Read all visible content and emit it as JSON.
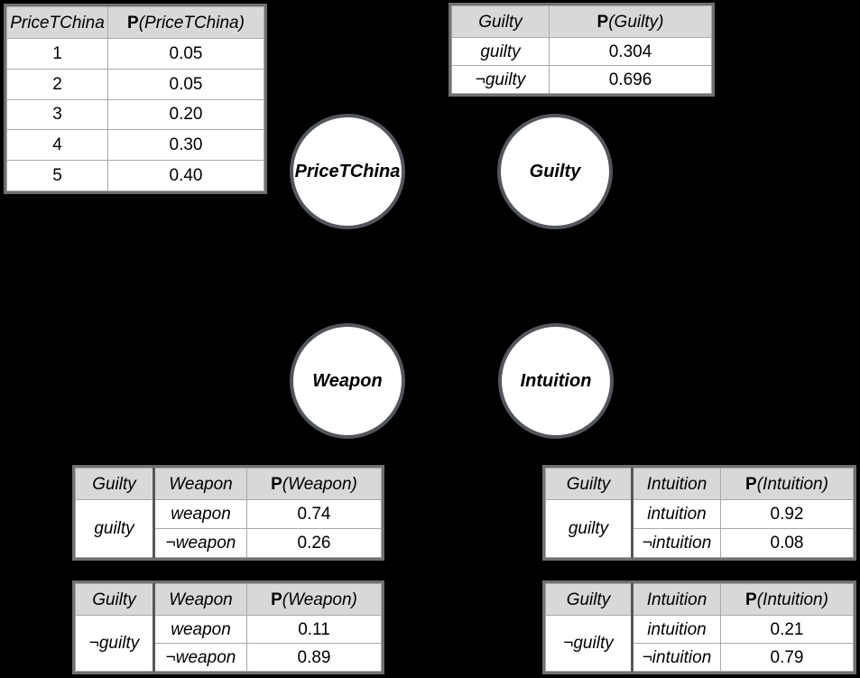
{
  "colors": {
    "background": "#000000",
    "table_header_bg": "#d8d8d8",
    "table_outer_border": "#6e7072",
    "grid_line": "#a9a9a9",
    "thick_divider": "#55585b",
    "node_border": "#53575c",
    "node_fill": "#ffffff",
    "text": "#000000"
  },
  "nodes": {
    "pricetchina": {
      "label": "PriceTChina"
    },
    "guilty": {
      "label": "Guilty"
    },
    "weapon": {
      "label": "Weapon"
    },
    "intuition": {
      "label": "Intuition"
    }
  },
  "tables": {
    "pricetchina": {
      "var_header": "PriceTChina",
      "p_bold": "P",
      "p_rest": "(PriceTChina)",
      "rows": [
        {
          "value": "1",
          "p": "0.05"
        },
        {
          "value": "2",
          "p": "0.05"
        },
        {
          "value": "3",
          "p": "0.20"
        },
        {
          "value": "4",
          "p": "0.30"
        },
        {
          "value": "5",
          "p": "0.40"
        }
      ]
    },
    "guilty": {
      "var_header": "Guilty",
      "p_bold": "P",
      "p_rest": "(Guilty)",
      "rows": [
        {
          "value": "guilty",
          "p": "0.304"
        },
        {
          "value": "¬guilty",
          "p": "0.696"
        }
      ]
    },
    "weapon_given_guilty": {
      "cond_header": "Guilty",
      "var_header": "Weapon",
      "p_bold": "P",
      "p_rest": "(Weapon)",
      "condition": "guilty",
      "rows": [
        {
          "value": "weapon",
          "p": "0.74"
        },
        {
          "value": "¬weapon",
          "p": "0.26"
        }
      ]
    },
    "weapon_given_notguilty": {
      "cond_header": "Guilty",
      "var_header": "Weapon",
      "p_bold": "P",
      "p_rest": "(Weapon)",
      "condition": "¬guilty",
      "rows": [
        {
          "value": "weapon",
          "p": "0.11"
        },
        {
          "value": "¬weapon",
          "p": "0.89"
        }
      ]
    },
    "intuition_given_guilty": {
      "cond_header": "Guilty",
      "var_header": "Intuition",
      "p_bold": "P",
      "p_rest": "(Intuition)",
      "condition": "guilty",
      "rows": [
        {
          "value": "intuition",
          "p": "0.92"
        },
        {
          "value": "¬intuition",
          "p": "0.08"
        }
      ]
    },
    "intuition_given_notguilty": {
      "cond_header": "Guilty",
      "var_header": "Intuition",
      "p_bold": "P",
      "p_rest": "(Intuition)",
      "condition": "¬guilty",
      "rows": [
        {
          "value": "intuition",
          "p": "0.21"
        },
        {
          "value": "¬intuition",
          "p": "0.79"
        }
      ]
    }
  }
}
